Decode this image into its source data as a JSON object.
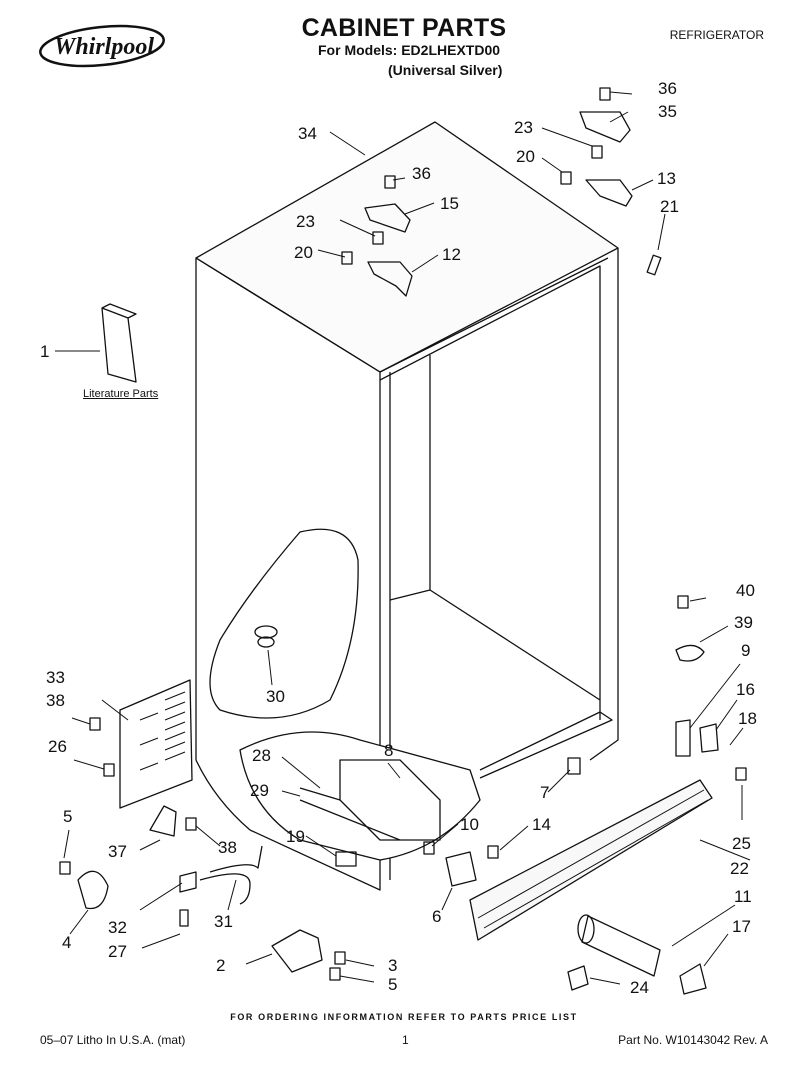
{
  "header": {
    "brand": "Whirlpool",
    "title": "CABINET PARTS",
    "models": "For Models: ED2LHEXTD00",
    "variant": "(Universal Silver)",
    "category": "REFRIGERATOR"
  },
  "diagram": {
    "literature_label": "Literature Parts",
    "callouts": [
      "1",
      "2",
      "3",
      "4",
      "5",
      "5",
      "6",
      "7",
      "8",
      "9",
      "10",
      "11",
      "12",
      "13",
      "14",
      "15",
      "16",
      "17",
      "18",
      "19",
      "20",
      "20",
      "21",
      "22",
      "23",
      "23",
      "24",
      "25",
      "26",
      "27",
      "28",
      "29",
      "30",
      "31",
      "32",
      "33",
      "34",
      "35",
      "36",
      "36",
      "37",
      "38",
      "38",
      "39",
      "40"
    ]
  },
  "footer": {
    "ordering_note": "FOR ORDERING INFORMATION REFER TO PARTS PRICE LIST",
    "litho": "05–07 Litho In U.S.A. (mat)",
    "page": "1",
    "part_number": "Part No. W10143042 Rev. A"
  }
}
